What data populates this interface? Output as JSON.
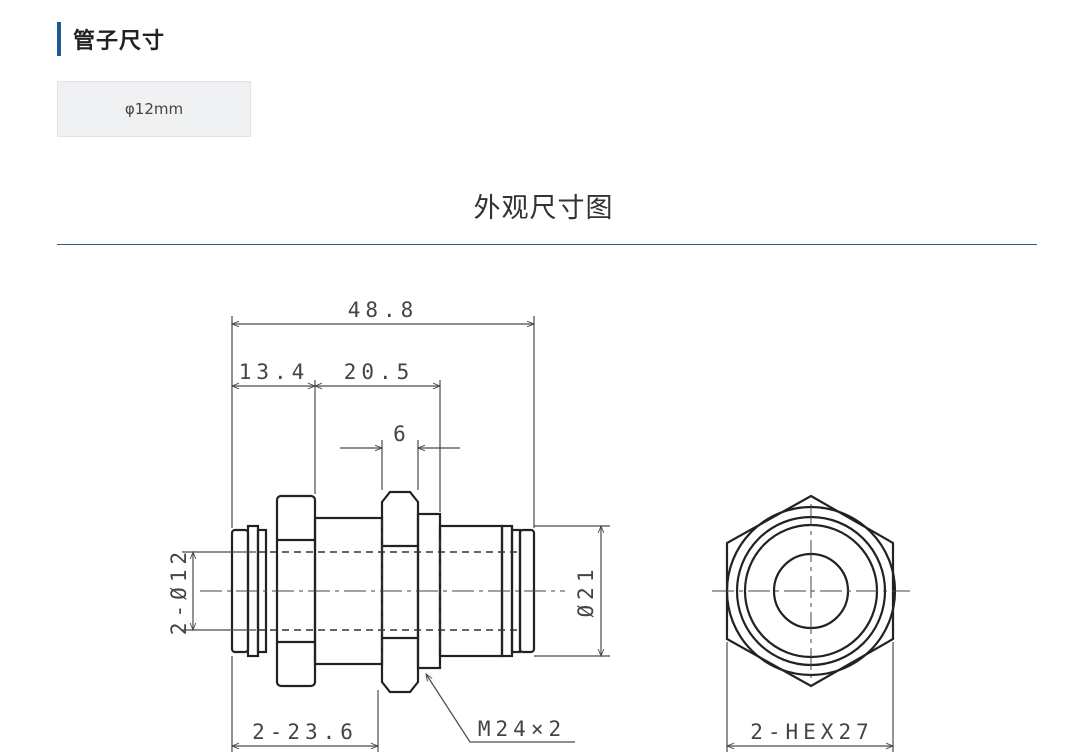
{
  "section": {
    "title": "管子尺寸"
  },
  "tube_size": {
    "label": "φ12mm"
  },
  "drawing": {
    "title": "外观尺寸图",
    "dimensions": {
      "overall_length": "48.8",
      "left_segment": "13.4",
      "middle_segment": "20.5",
      "nut_width": "6",
      "tube_od": "2-Ø12",
      "body_dia": "Ø21",
      "panel_hex": "2-23.6",
      "thread": "M24×2",
      "end_hex": "2-HEX27"
    }
  }
}
